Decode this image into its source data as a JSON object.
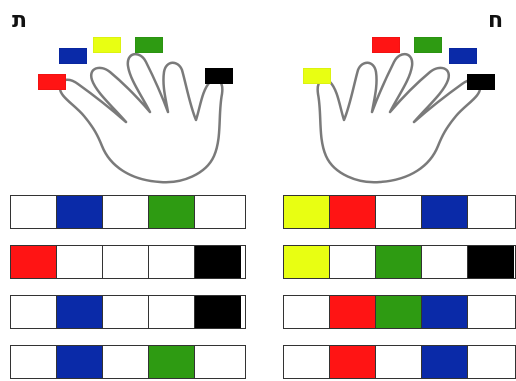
{
  "letters": {
    "left": "ת",
    "right": "ח"
  },
  "colors": {
    "white": "#ffffff",
    "blue": "#0a2aa8",
    "green": "#2e9b12",
    "yellow": "#e8ff12",
    "red": "#ff1414",
    "black": "#000000"
  },
  "icons": {
    "left_hand": "left-hand-icon",
    "right_hand": "right-hand-icon"
  },
  "left_hand_finger_colors": [
    "red",
    "blue",
    "yellow",
    "green",
    "black"
  ],
  "right_hand_finger_colors": [
    "yellow",
    "red",
    "green",
    "blue",
    "black"
  ],
  "left_patterns": [
    [
      "white",
      "blue",
      "white",
      "green",
      "white"
    ],
    [
      "red",
      "white",
      "white",
      "white",
      "black"
    ],
    [
      "white",
      "blue",
      "white",
      "white",
      "black"
    ],
    [
      "white",
      "blue",
      "white",
      "green",
      "white"
    ]
  ],
  "right_patterns": [
    [
      "yellow",
      "red",
      "white",
      "blue",
      "white"
    ],
    [
      "yellow",
      "white",
      "green",
      "white",
      "black"
    ],
    [
      "white",
      "red",
      "green",
      "blue",
      "white"
    ],
    [
      "white",
      "red",
      "white",
      "blue",
      "white"
    ]
  ]
}
